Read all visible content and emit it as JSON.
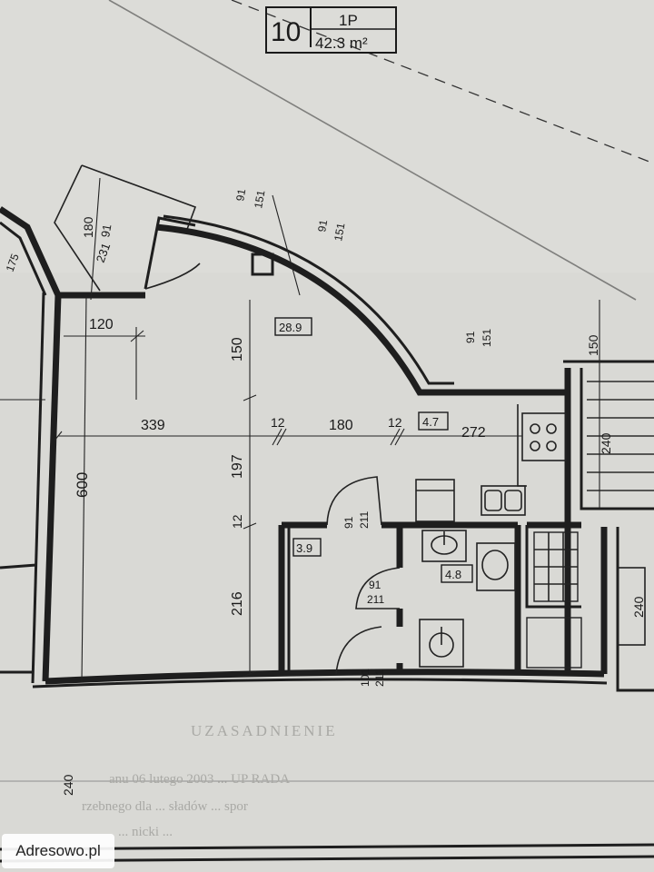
{
  "title_block": {
    "unit_number": "10",
    "floor": "1P",
    "area": "42.3 m²"
  },
  "rooms": [
    {
      "area": "28.9"
    },
    {
      "area": "4.7"
    },
    {
      "area": "3.9"
    },
    {
      "area": "4.8"
    }
  ],
  "dimensions": {
    "top_left_1": "180",
    "top_left_2": "91",
    "top_left_3": "231",
    "door_top_a": "91",
    "door_top_b": "151",
    "door_mid_a": "91",
    "door_mid_b": "151",
    "door_right_a": "91",
    "door_right_b": "151",
    "width_120": "120",
    "height_150": "150",
    "width_339": "339",
    "wall_12a": "12",
    "width_180": "180",
    "wall_12b": "12",
    "width_272": "272",
    "height_600": "600",
    "height_197": "197",
    "height_12": "12",
    "height_216": "216",
    "door_c_a": "91",
    "door_c_b": "211",
    "door_d_a": "91",
    "door_d_b": "211",
    "door_e_a": "101",
    "door_e_b": "211",
    "right_150": "150",
    "right_240a": "240",
    "right_240b": "240",
    "bottom_240": "240",
    "left_edge": "175"
  },
  "faded_text": {
    "heading": "UZASADNIENIE",
    "line1": "anu 06 lutego 2003 ... UP RADA",
    "line2": "rzebnego dla ... sładów ... spor",
    "line3": "... nicki ..."
  },
  "watermark": "Adresowo.pl"
}
